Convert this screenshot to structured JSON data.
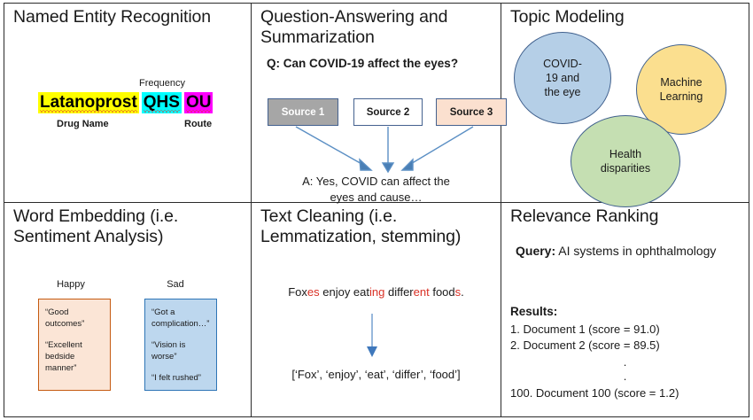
{
  "figure": {
    "panels": [
      {
        "id": "named-entity-recognition",
        "title": "Named Entity Recognition",
        "frequency_label": "Frequency",
        "drug_label": "Drug Name",
        "route_label": "Route",
        "tokens": [
          {
            "text": "Latanoprost",
            "highlight": "#FFFF00"
          },
          {
            "text": "QHS",
            "highlight": "#00FFFF"
          },
          {
            "text": "OU",
            "highlight": "#FF00FF"
          }
        ]
      },
      {
        "id": "question-answering",
        "title": "Question-Answering and\nSummarization",
        "question": "Q: Can COVID-19 affect the eyes?",
        "sources": [
          {
            "label": "Source 1",
            "fill": "#a6a6a6",
            "text_color": "#ffffff"
          },
          {
            "label": "Source 2",
            "fill": "#ffffff",
            "text_color": "#1a1a1a"
          },
          {
            "label": "Source 3",
            "fill": "#fbe0cf",
            "text_color": "#1a1a1a"
          }
        ],
        "answer": "A: Yes, COVID can affect the\neyes and cause…"
      },
      {
        "id": "topic-modeling",
        "title": "Topic Modeling",
        "bubbles": [
          {
            "label": "COVID-\n19 and\nthe eye",
            "fill": "#b5cfe7"
          },
          {
            "label": "Machine\nLearning",
            "fill": "#fbdf8f"
          },
          {
            "label": "Health\ndisparities",
            "fill": "#c5dfb2"
          }
        ]
      },
      {
        "id": "word-embedding",
        "title": "Word Embedding (i.e.\nSentiment Analysis)",
        "columns": [
          {
            "label": "Happy",
            "fill": "#fbe5d6",
            "border": "#c55a11",
            "lines": [
              "“Good\noutcomes”",
              "“Excellent\nbedside manner”"
            ]
          },
          {
            "label": "Sad",
            "fill": "#bdd7ee",
            "border": "#2e75b6",
            "lines": [
              "“Got a\ncomplication…”",
              "“Vision is worse”",
              "“I felt rushed”"
            ]
          }
        ]
      },
      {
        "id": "text-cleaning",
        "title": "Text Cleaning (i.e.\nLemmatization, stemming)",
        "sentence_segments": [
          {
            "text": "Fox",
            "red": false
          },
          {
            "text": "es",
            "red": true
          },
          {
            "text": " enjoy eat",
            "red": false
          },
          {
            "text": "ing",
            "red": true
          },
          {
            "text": " differ",
            "red": false
          },
          {
            "text": "ent",
            "red": true
          },
          {
            "text": " food",
            "red": false
          },
          {
            "text": "s",
            "red": true
          },
          {
            "text": ".",
            "red": false
          }
        ],
        "output": "[‘Fox’, ‘enjoy’, ‘eat’, ‘differ’, ‘food’]"
      },
      {
        "id": "relevance-ranking",
        "title": "Relevance Ranking",
        "query_label": "Query:",
        "query_text": " AI systems in ophthalmology",
        "results_label": "Results:",
        "results": [
          "1. Document 1 (score = 91.0)",
          "2. Document 2 (score = 89.5)"
        ],
        "ellipsis_dot": ".",
        "last_result": "100. Document 100 (score = 1.2)"
      }
    ]
  },
  "colors": {
    "border": "#2b2b2b",
    "arrow_blue": "#5b8fc4",
    "box_border_blue": "#44618f",
    "red_suffix": "#d93025"
  }
}
